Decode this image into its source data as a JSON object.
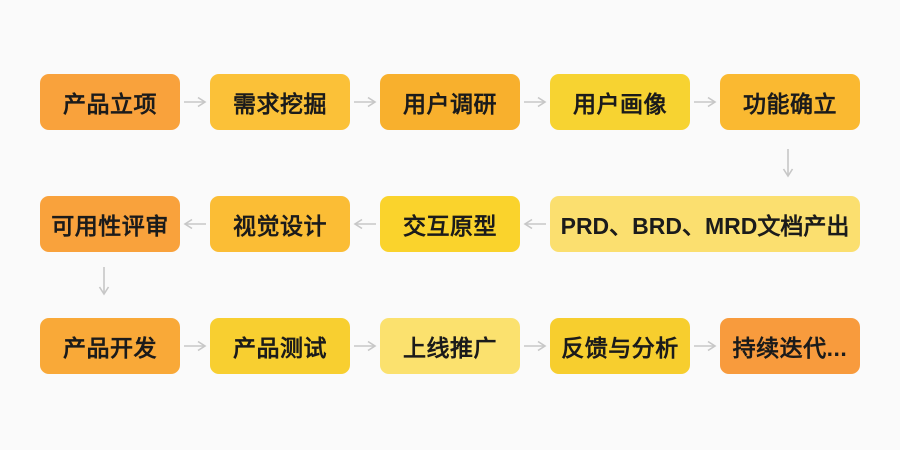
{
  "page": {
    "background": "#fafafa"
  },
  "flow": {
    "arrow_color": "#c7c7c7",
    "text_color": "#1b1b1b",
    "rows": [
      {
        "direction": "right",
        "boxes": [
          {
            "label": "产品立项",
            "color": "#f9a23c"
          },
          {
            "label": "需求挖掘",
            "color": "#fbc138"
          },
          {
            "label": "用户调研",
            "color": "#f8b02d"
          },
          {
            "label": "用户画像",
            "color": "#f7d331"
          },
          {
            "label": "功能确立",
            "color": "#fab931"
          }
        ]
      },
      {
        "direction": "left",
        "boxes": [
          {
            "label": "可用性评审",
            "color": "#f9a23c"
          },
          {
            "label": "视觉设计",
            "color": "#fbbd35"
          },
          {
            "label": "交互原型",
            "color": "#fad32c"
          },
          {
            "label": "PRD、BRD、MRD文档产出",
            "color": "#fbdf6f"
          }
        ]
      },
      {
        "direction": "right",
        "boxes": [
          {
            "label": "产品开发",
            "color": "#f9a938"
          },
          {
            "label": "产品测试",
            "color": "#f8cf30"
          },
          {
            "label": "上线推广",
            "color": "#fbe16e"
          },
          {
            "label": "反馈与分析",
            "color": "#f7ce2e"
          },
          {
            "label": "持续迭代...",
            "color": "#f89b3d"
          }
        ]
      }
    ]
  }
}
